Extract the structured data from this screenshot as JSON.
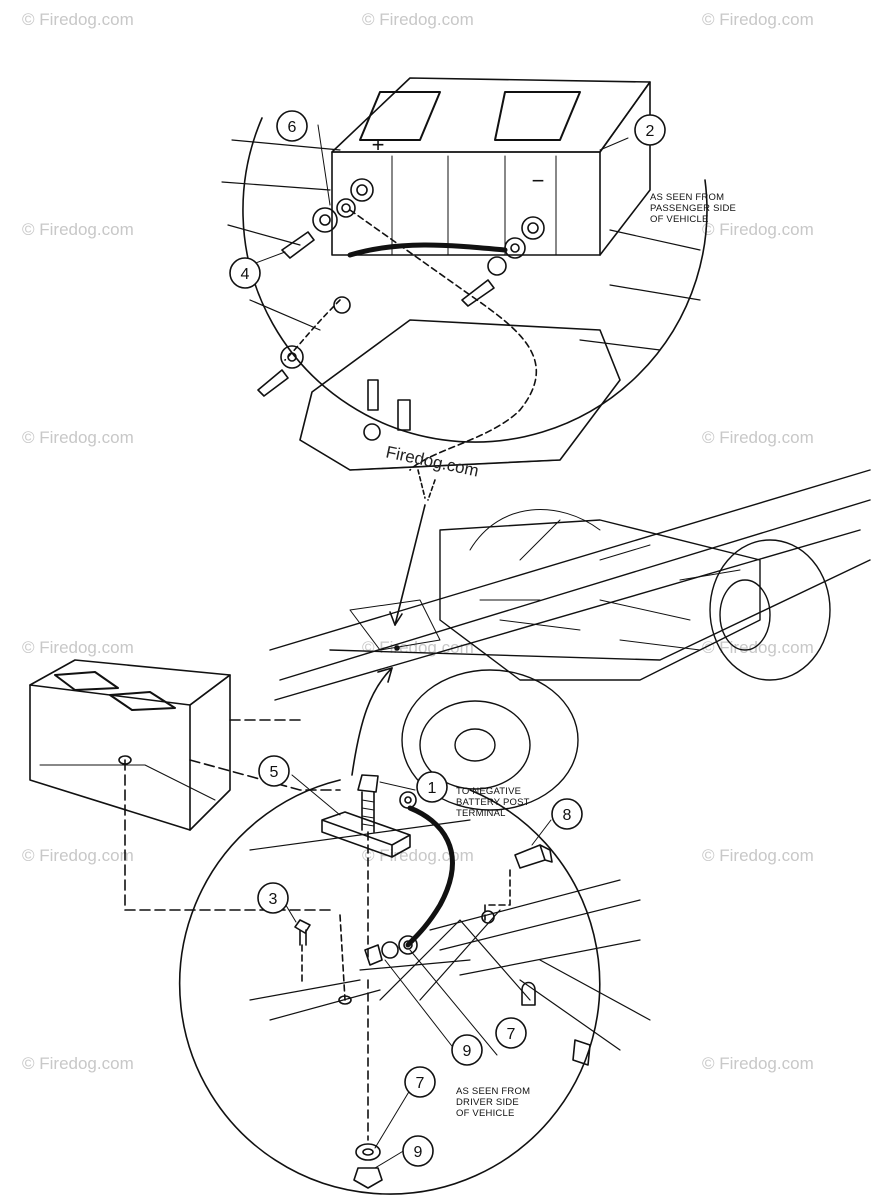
{
  "callouts": {
    "c1": "1",
    "c2": "2",
    "c3": "3",
    "c4": "4",
    "c5": "5",
    "c6": "6",
    "c7a": "7",
    "c7b": "7",
    "c8": "8",
    "c9a": "9",
    "c9b": "9"
  },
  "notes": {
    "passenger_side": "AS SEEN FROM\nPASSENGER SIDE\nOF VEHICLE",
    "driver_side": "AS SEEN FROM\nDRIVER SIDE\nOF VEHICLE",
    "negative_terminal": "TO NEGATIVE\nBATTERY POST\nTERMINAL"
  },
  "battery_marks": {
    "plus": "+",
    "minus": "−"
  },
  "watermark": "© Firedog.com",
  "watermark_center": "Firedog.com"
}
